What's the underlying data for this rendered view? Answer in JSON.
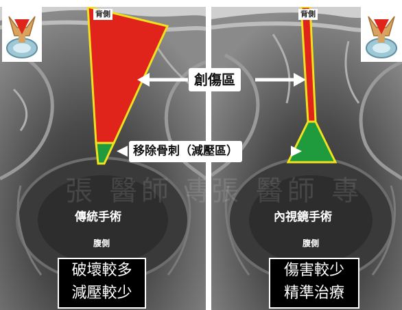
{
  "left_panel": {
    "dorsal_label": "背側",
    "title": "傳統手術",
    "ventral_label": "腹側",
    "caption_lines": [
      "破壞較多",
      "減壓較少"
    ]
  },
  "right_panel": {
    "dorsal_label": "背側",
    "title": "內視鏡手術",
    "ventral_label": "腹側",
    "caption_lines": [
      "傷害較少",
      "精準治療"
    ]
  },
  "annotations": {
    "trauma_zone": "創傷區",
    "decompression": "移除骨刺（減壓區）"
  },
  "watermark": "張 醫師 專",
  "colors": {
    "trauma": "#e0231b",
    "decompression": "#1f9a3c",
    "outline": "#f2e21e"
  }
}
